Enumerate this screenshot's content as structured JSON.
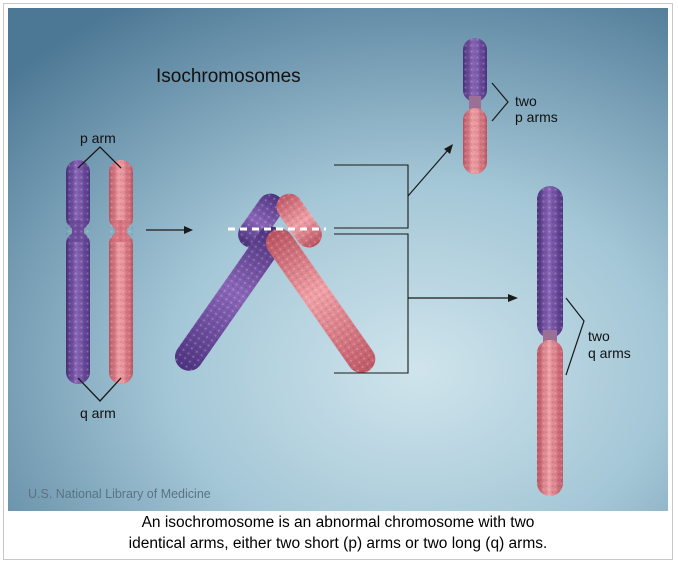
{
  "figure": {
    "title": "Isochromosomes",
    "labels": {
      "p_arm": "p arm",
      "q_arm": "q arm",
      "two_p_line1": "two",
      "two_p_line2": "p arms",
      "two_q_line1": "two",
      "two_q_line2": "q arms"
    },
    "credit": "U.S. National Library of Medicine",
    "colors": {
      "background_dark": "#4f7e9b",
      "background_light": "#c7dfe8",
      "purple_chromatid": "#7d57a8",
      "pink_chromatid": "#e0828a",
      "line": "#1a1a1a",
      "dashed_break": "#ffffff"
    }
  },
  "caption": {
    "line1": "An isochromosome is an abnormal chromosome with two",
    "line2": "identical arms, either two short (p) arms or two long (q) arms."
  }
}
